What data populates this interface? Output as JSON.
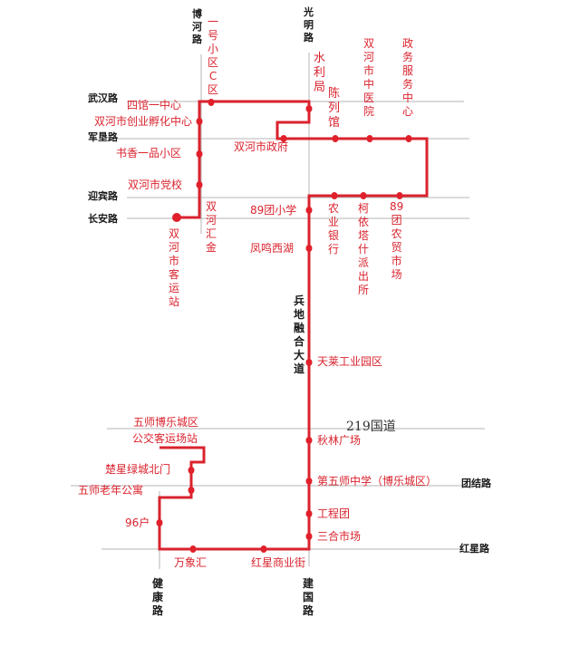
{
  "colors": {
    "route": "#d9232e",
    "road": "#b5b5b5",
    "stop": "#e0202a",
    "road_label": "#1a1a1a"
  },
  "roads": {
    "wuhan": "武汉路",
    "junken": "军垦路",
    "yingbin": "迎宾路",
    "changan": "长安路",
    "bohe": "博河路",
    "guangming": "光明路",
    "bingdi": "兵地融合大道",
    "g219": "219国道",
    "tuanjie": "团结路",
    "hongxing": "红星路",
    "jiankang": "健康路",
    "jianguo": "建国路"
  },
  "stops": {
    "yihao": "一号小区C区",
    "siguan": "四馆一中心",
    "chuangye": "双河市创业孵化中心",
    "shuxiang": "书香一品小区",
    "dangxiao": "双河市党校",
    "keyunzhan": "双河市客运站",
    "huijin": "双河汇金",
    "shuili": "水利局",
    "chenlie": "陈列馆",
    "zhongyi": "双河市中医院",
    "zhengwu": "政务服务中心",
    "zhengfu": "双河市政府",
    "xiaoxue": "89团小学",
    "nongye": "农业银行",
    "keyi": "柯依塔什派出所",
    "nongmao": "89团农贸市场",
    "fengming": "凤鸣西湖",
    "tianlai": "天莱工业园区",
    "qiulin": "秋林广场",
    "diwushi": "第五师中学（博乐城区）",
    "gongchengtuan": "工程团",
    "sanhe": "三合市场",
    "hongxingjie": "红星商业街",
    "wanxiang": "万象汇",
    "jiuliu": "96户",
    "laonian": "五师老年公寓",
    "chuxing": "楚星绿城北门",
    "gongjiao": "公交客运场站",
    "bolecheng": "五师博乐城区"
  }
}
